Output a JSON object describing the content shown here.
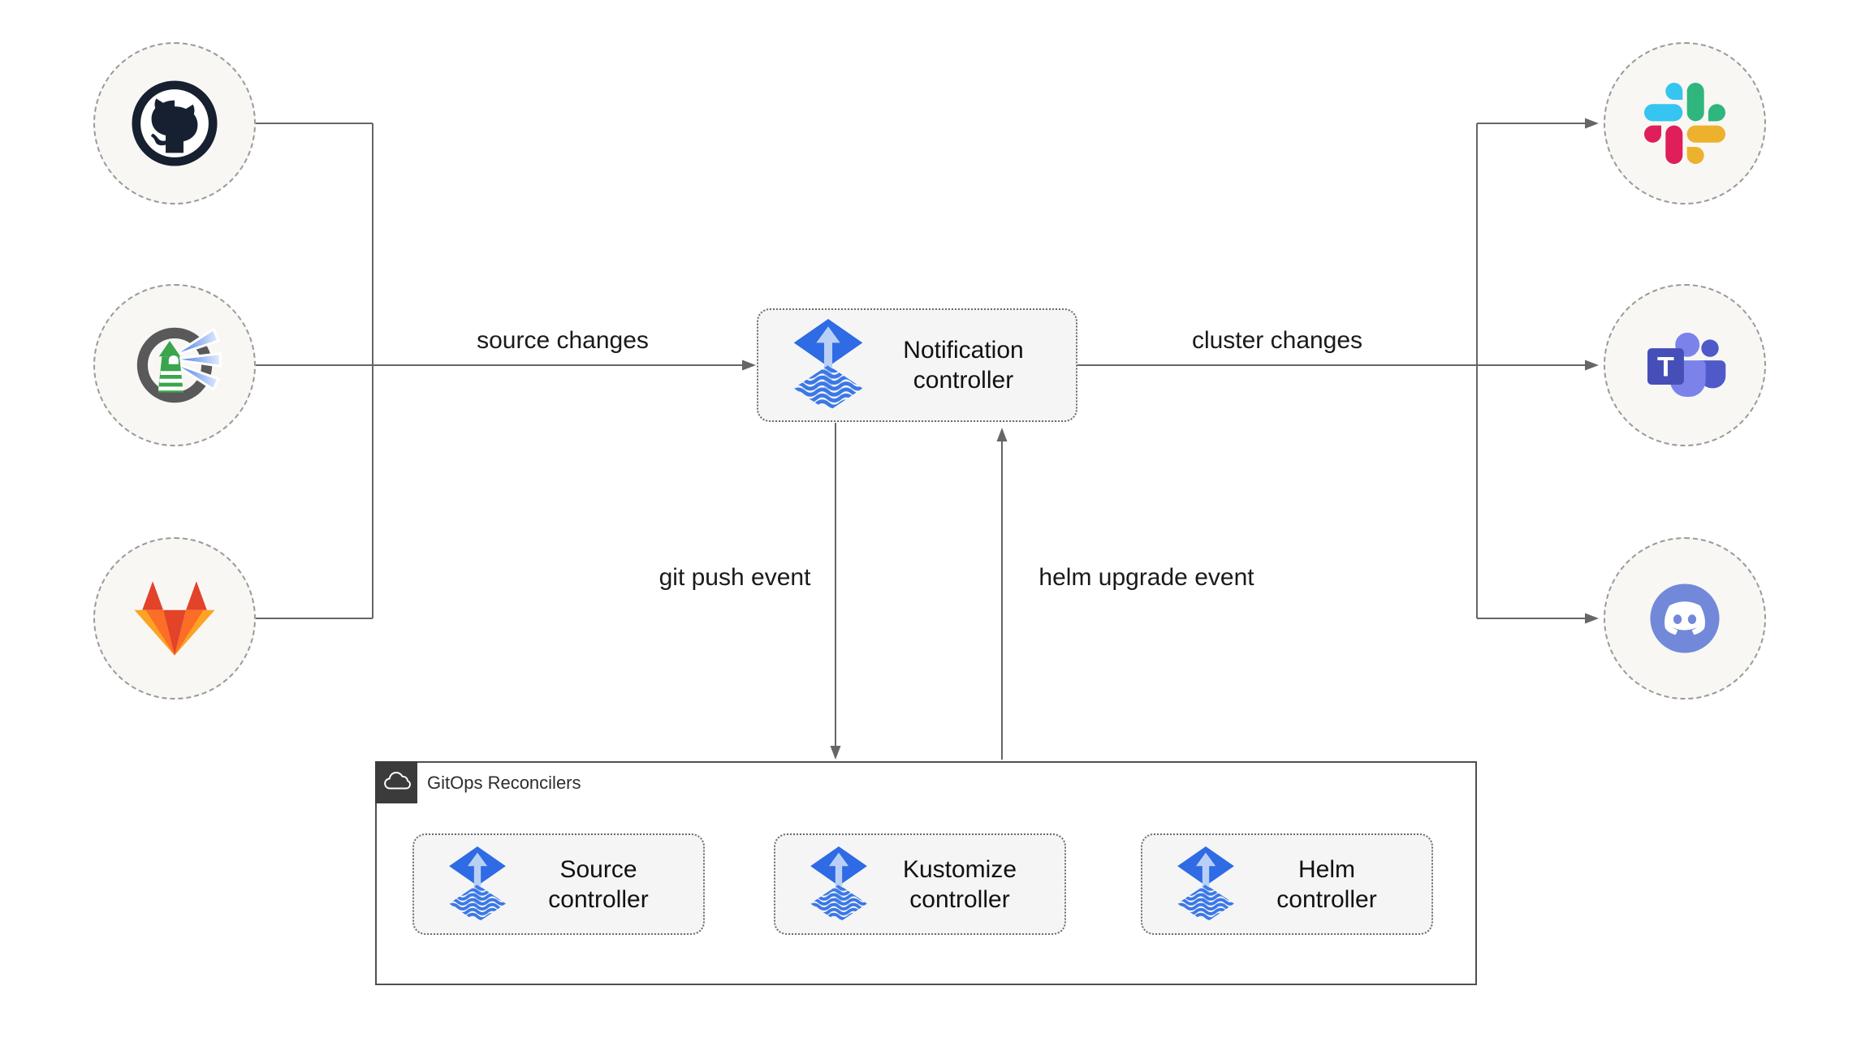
{
  "diagram_title": "Flux notification controller GitOps diagram",
  "sources": [
    {
      "icon": "github-icon"
    },
    {
      "icon": "harbor-icon"
    },
    {
      "icon": "gitlab-icon"
    }
  ],
  "targets": [
    {
      "icon": "slack-icon"
    },
    {
      "icon": "teams-icon"
    },
    {
      "icon": "discord-icon"
    }
  ],
  "notification": {
    "icon": "flux-icon",
    "label": "Notification controller"
  },
  "edges": {
    "source_changes": "source changes",
    "cluster_changes": "cluster changes",
    "git_push_event": "git push event",
    "helm_upgrade_event": "helm upgrade event"
  },
  "reconcilers": {
    "icon": "cloud-icon",
    "title": "GitOps Reconcilers",
    "controllers": [
      {
        "icon": "flux-icon",
        "label": "Source controller"
      },
      {
        "icon": "flux-icon",
        "label": "Kustomize controller"
      },
      {
        "icon": "flux-icon",
        "label": "Helm controller"
      }
    ]
  },
  "colors": {
    "edge_line": "#666666",
    "node_fill": "#f8f7f4",
    "node_border": "#9a9a9a",
    "box_fill": "#f5f5f5",
    "box_border": "#6b6b6b",
    "container_border": "#4f4f4f",
    "container_header_bg": "#3b3b3b",
    "flux_blue": "#2e6be4",
    "flux_light_blue": "#b9d0f6",
    "github_dark": "#172030",
    "harbor_gray": "#595959",
    "harbor_green": "#3aa54c",
    "gitlab_red": "#e24329",
    "gitlab_orange": "#fc6d26",
    "gitlab_yellow": "#fca326",
    "slack_blue": "#36C5F0",
    "slack_green": "#2EB67D",
    "slack_yellow": "#ECB22E",
    "slack_red": "#E01E5A",
    "teams_indigo": "#464EB8",
    "teams_light": "#7B83EB",
    "teams_dark": "#5059C9",
    "discord_blurple": "#7289DA"
  }
}
